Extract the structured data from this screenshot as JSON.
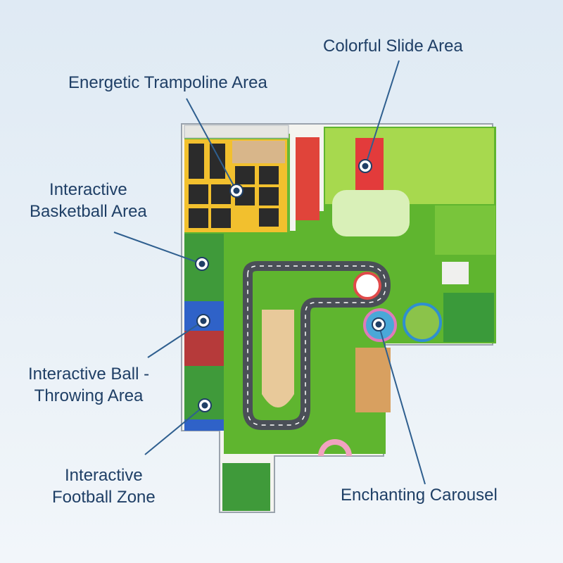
{
  "labels": {
    "colorful_slide": "Colorful Slide Area",
    "trampoline": "Energetic Trampoline Area",
    "basketball": [
      "Interactive",
      "Basketball Area"
    ],
    "ball_throwing": [
      "Interactive Ball -",
      "Throwing Area"
    ],
    "football": [
      "Interactive",
      "Football Zone"
    ],
    "carousel": "Enchanting Carousel"
  },
  "colors": {
    "text": "#1f3f66",
    "leader": "#2f5f8f",
    "grass": "#5fb52f",
    "trampoline_frame": "#f2c02e",
    "road": "#4a4f57"
  },
  "icons": [
    "marker-icon"
  ]
}
